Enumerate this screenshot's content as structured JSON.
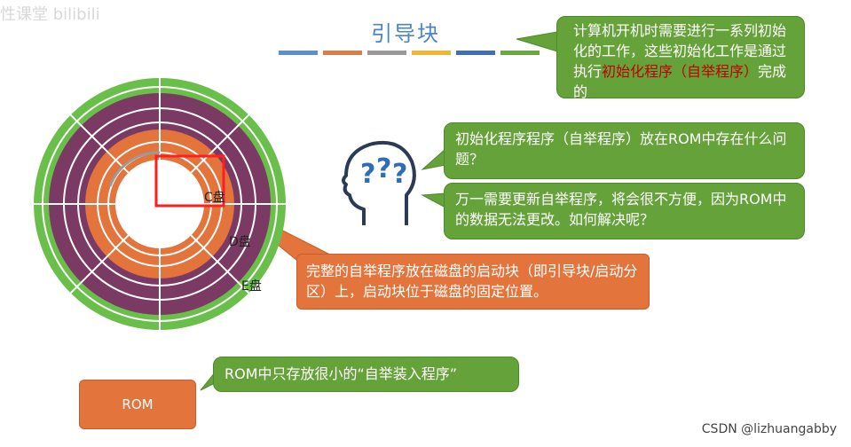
{
  "title": "引导块",
  "stripe_colors": [
    "#5b8fcf",
    "#e07b47",
    "#999999",
    "#f2b535",
    "#3f6fb5",
    "#6aaa3c"
  ],
  "callout1": {
    "before": "计算机开机时需要进行一系列初始化的工作，这些初始化工作是通过执行",
    "highlight": "初始化程序（自举程序）",
    "after": "完成的"
  },
  "callout2": "初始化程序程序（自举程序）放在ROM中存在什么问题？",
  "callout3": "万一需要更新自举程序，将会很不方便，因为ROM中的数据无法更改。如何解决呢？",
  "callout4": "完整的自举程序放在磁盘的启动块（即引导块/启动分区）上，启动块位于磁盘的固定位置。",
  "callout5": "ROM中只存放很小的“自举装入程序”",
  "rom_label": "ROM",
  "disk_labels": {
    "c": "C盘",
    "d": "D盘",
    "e": "E盘"
  },
  "icon": "thinking-head-icon",
  "watermark_top_left": "性课堂 bilibili",
  "footer": "CSDN @lizhuangabby",
  "colors": {
    "green": "#66a23a",
    "orange": "#e2743c",
    "purple": "#7b3a63",
    "title": "#4a86c5"
  }
}
